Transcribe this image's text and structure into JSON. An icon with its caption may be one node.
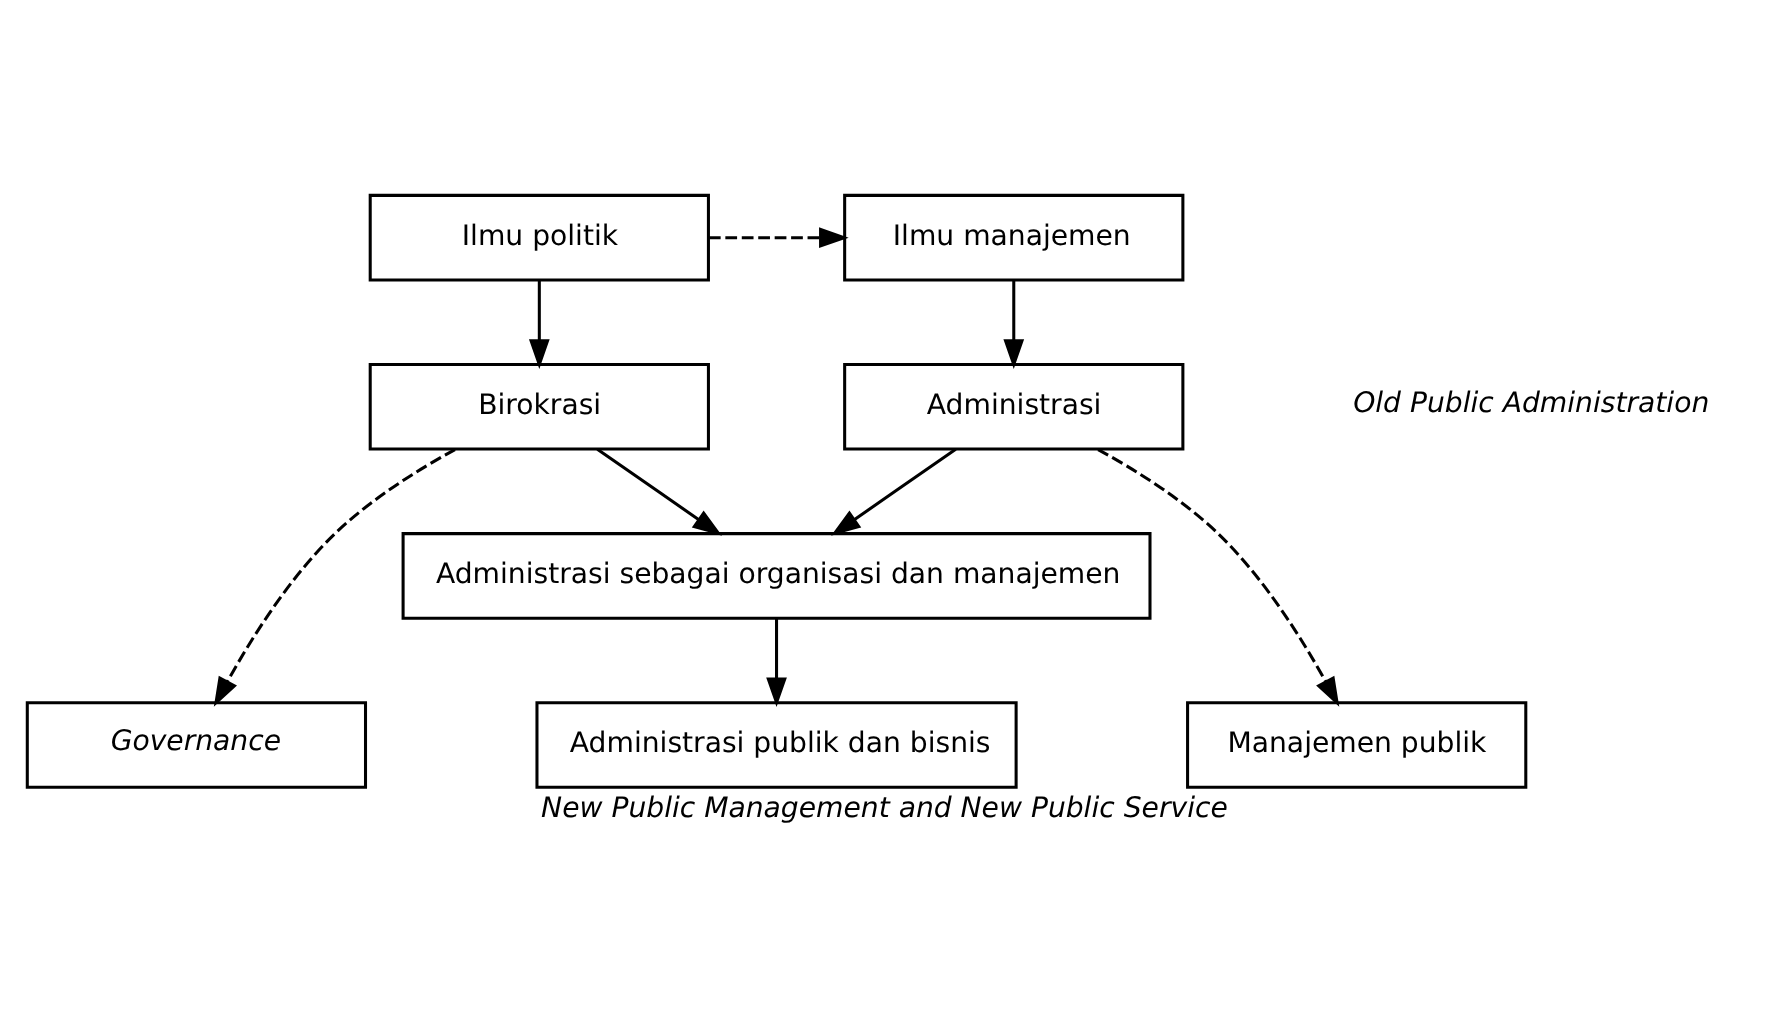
{
  "diagram": {
    "caption": "New Public Management and New Public Service",
    "nodes": [
      {
        "text": [
          "Ilmu politik"
        ]
      },
      {
        "text": [
          "Ilmu manajemen"
        ]
      },
      {
        "text": [
          "Birokrasi"
        ]
      },
      {
        "text": [
          "Administrasi"
        ]
      },
      {
        "text": [
          "Administrasi sebagai organisasi dan manajemen"
        ]
      },
      {
        "text": [
          "Governance"
        ]
      },
      {
        "text": [
          "Administrasi publik dan bisnis"
        ]
      },
      {
        "text": [
          "Manajemen publik"
        ]
      }
    ],
    "edges": [
      {
        "from": 0,
        "to": 1,
        "arrow": "to",
        "style": "dashed"
      },
      {
        "from": 0,
        "to": 2,
        "arrow": "to"
      },
      {
        "from": 1,
        "to": 3,
        "arrow": "to"
      },
      {
        "from": 2,
        "to": 4,
        "arrow": "to"
      },
      {
        "from": 3,
        "to": 4,
        "arrow": "to"
      },
      {
        "from": 2,
        "to": 5,
        "arrow": "to",
        "style": "dashed"
      },
      {
        "from": 4,
        "to": 6,
        "arrow": "to"
      },
      {
        "from": 3,
        "to": 7,
        "arrow": "to",
        "style": "dashed"
      }
    ],
    "labels": [
      "Old Public Administration"
    ]
  }
}
